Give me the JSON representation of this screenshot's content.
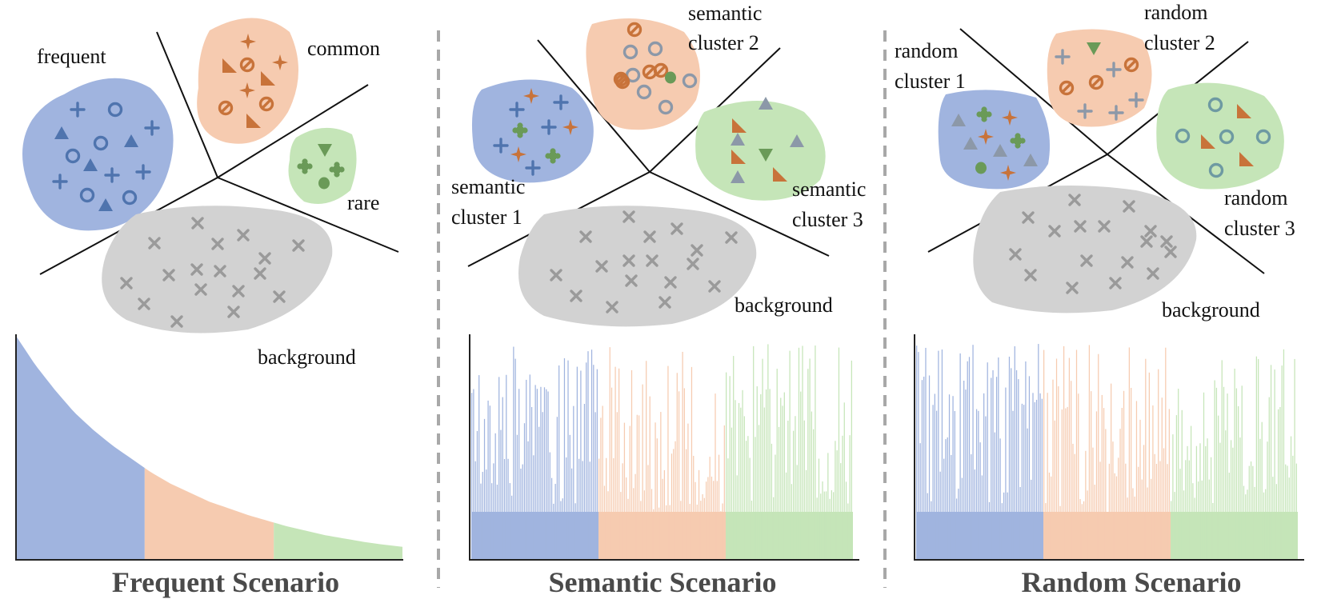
{
  "colors": {
    "blue": "#a0b4df",
    "blue_dark": "#4f74ae",
    "orange": "#f6cbb0",
    "orange_dark": "#c8733a",
    "green": "#c5e5b8",
    "green_dark": "#6a9a58",
    "gray": "#d2d2d2",
    "gray_dark": "#9a9a9a",
    "slate": "#8c98a8",
    "teal": "#6e9aa2"
  },
  "panels": [
    {
      "id": "frequent",
      "title": "Frequent Scenario",
      "labels": {
        "a": "frequent",
        "b": "common",
        "c": "rare",
        "bg": "background"
      }
    },
    {
      "id": "semantic",
      "title": "Semantic Scenario",
      "labels": {
        "a1": "semantic",
        "a2": "cluster 1",
        "b1": "semantic",
        "b2": "cluster 2",
        "c1": "semantic",
        "c2": "cluster 3",
        "bg": "background"
      }
    },
    {
      "id": "random",
      "title": "Random Scenario",
      "labels": {
        "a1": "random",
        "a2": "cluster 1",
        "b1": "random",
        "b2": "cluster 2",
        "c1": "random",
        "c2": "cluster 3",
        "bg": "background"
      }
    }
  ],
  "chart_data": [
    {
      "type": "area",
      "panel": "Frequent Scenario",
      "segments": [
        "blue",
        "orange",
        "green"
      ],
      "x": [
        0,
        0.05,
        0.1,
        0.15,
        0.2,
        0.25,
        0.3,
        0.35,
        0.4,
        0.45,
        0.5,
        0.55,
        0.6,
        0.65,
        0.7,
        0.75,
        0.8,
        0.85,
        0.9,
        0.95,
        1.0
      ],
      "values": [
        1.0,
        0.87,
        0.76,
        0.66,
        0.58,
        0.51,
        0.45,
        0.39,
        0.34,
        0.3,
        0.26,
        0.23,
        0.2,
        0.175,
        0.15,
        0.13,
        0.11,
        0.095,
        0.08,
        0.068,
        0.058
      ],
      "segment_breaks": [
        0.333,
        0.667
      ]
    },
    {
      "type": "bar",
      "panel": "Semantic Scenario",
      "segments": [
        "blue",
        "orange",
        "green"
      ],
      "bar_count_per_segment": 70
    },
    {
      "type": "bar",
      "panel": "Random Scenario",
      "segments": [
        "blue",
        "orange",
        "green"
      ],
      "bar_count_per_segment": 70
    }
  ]
}
